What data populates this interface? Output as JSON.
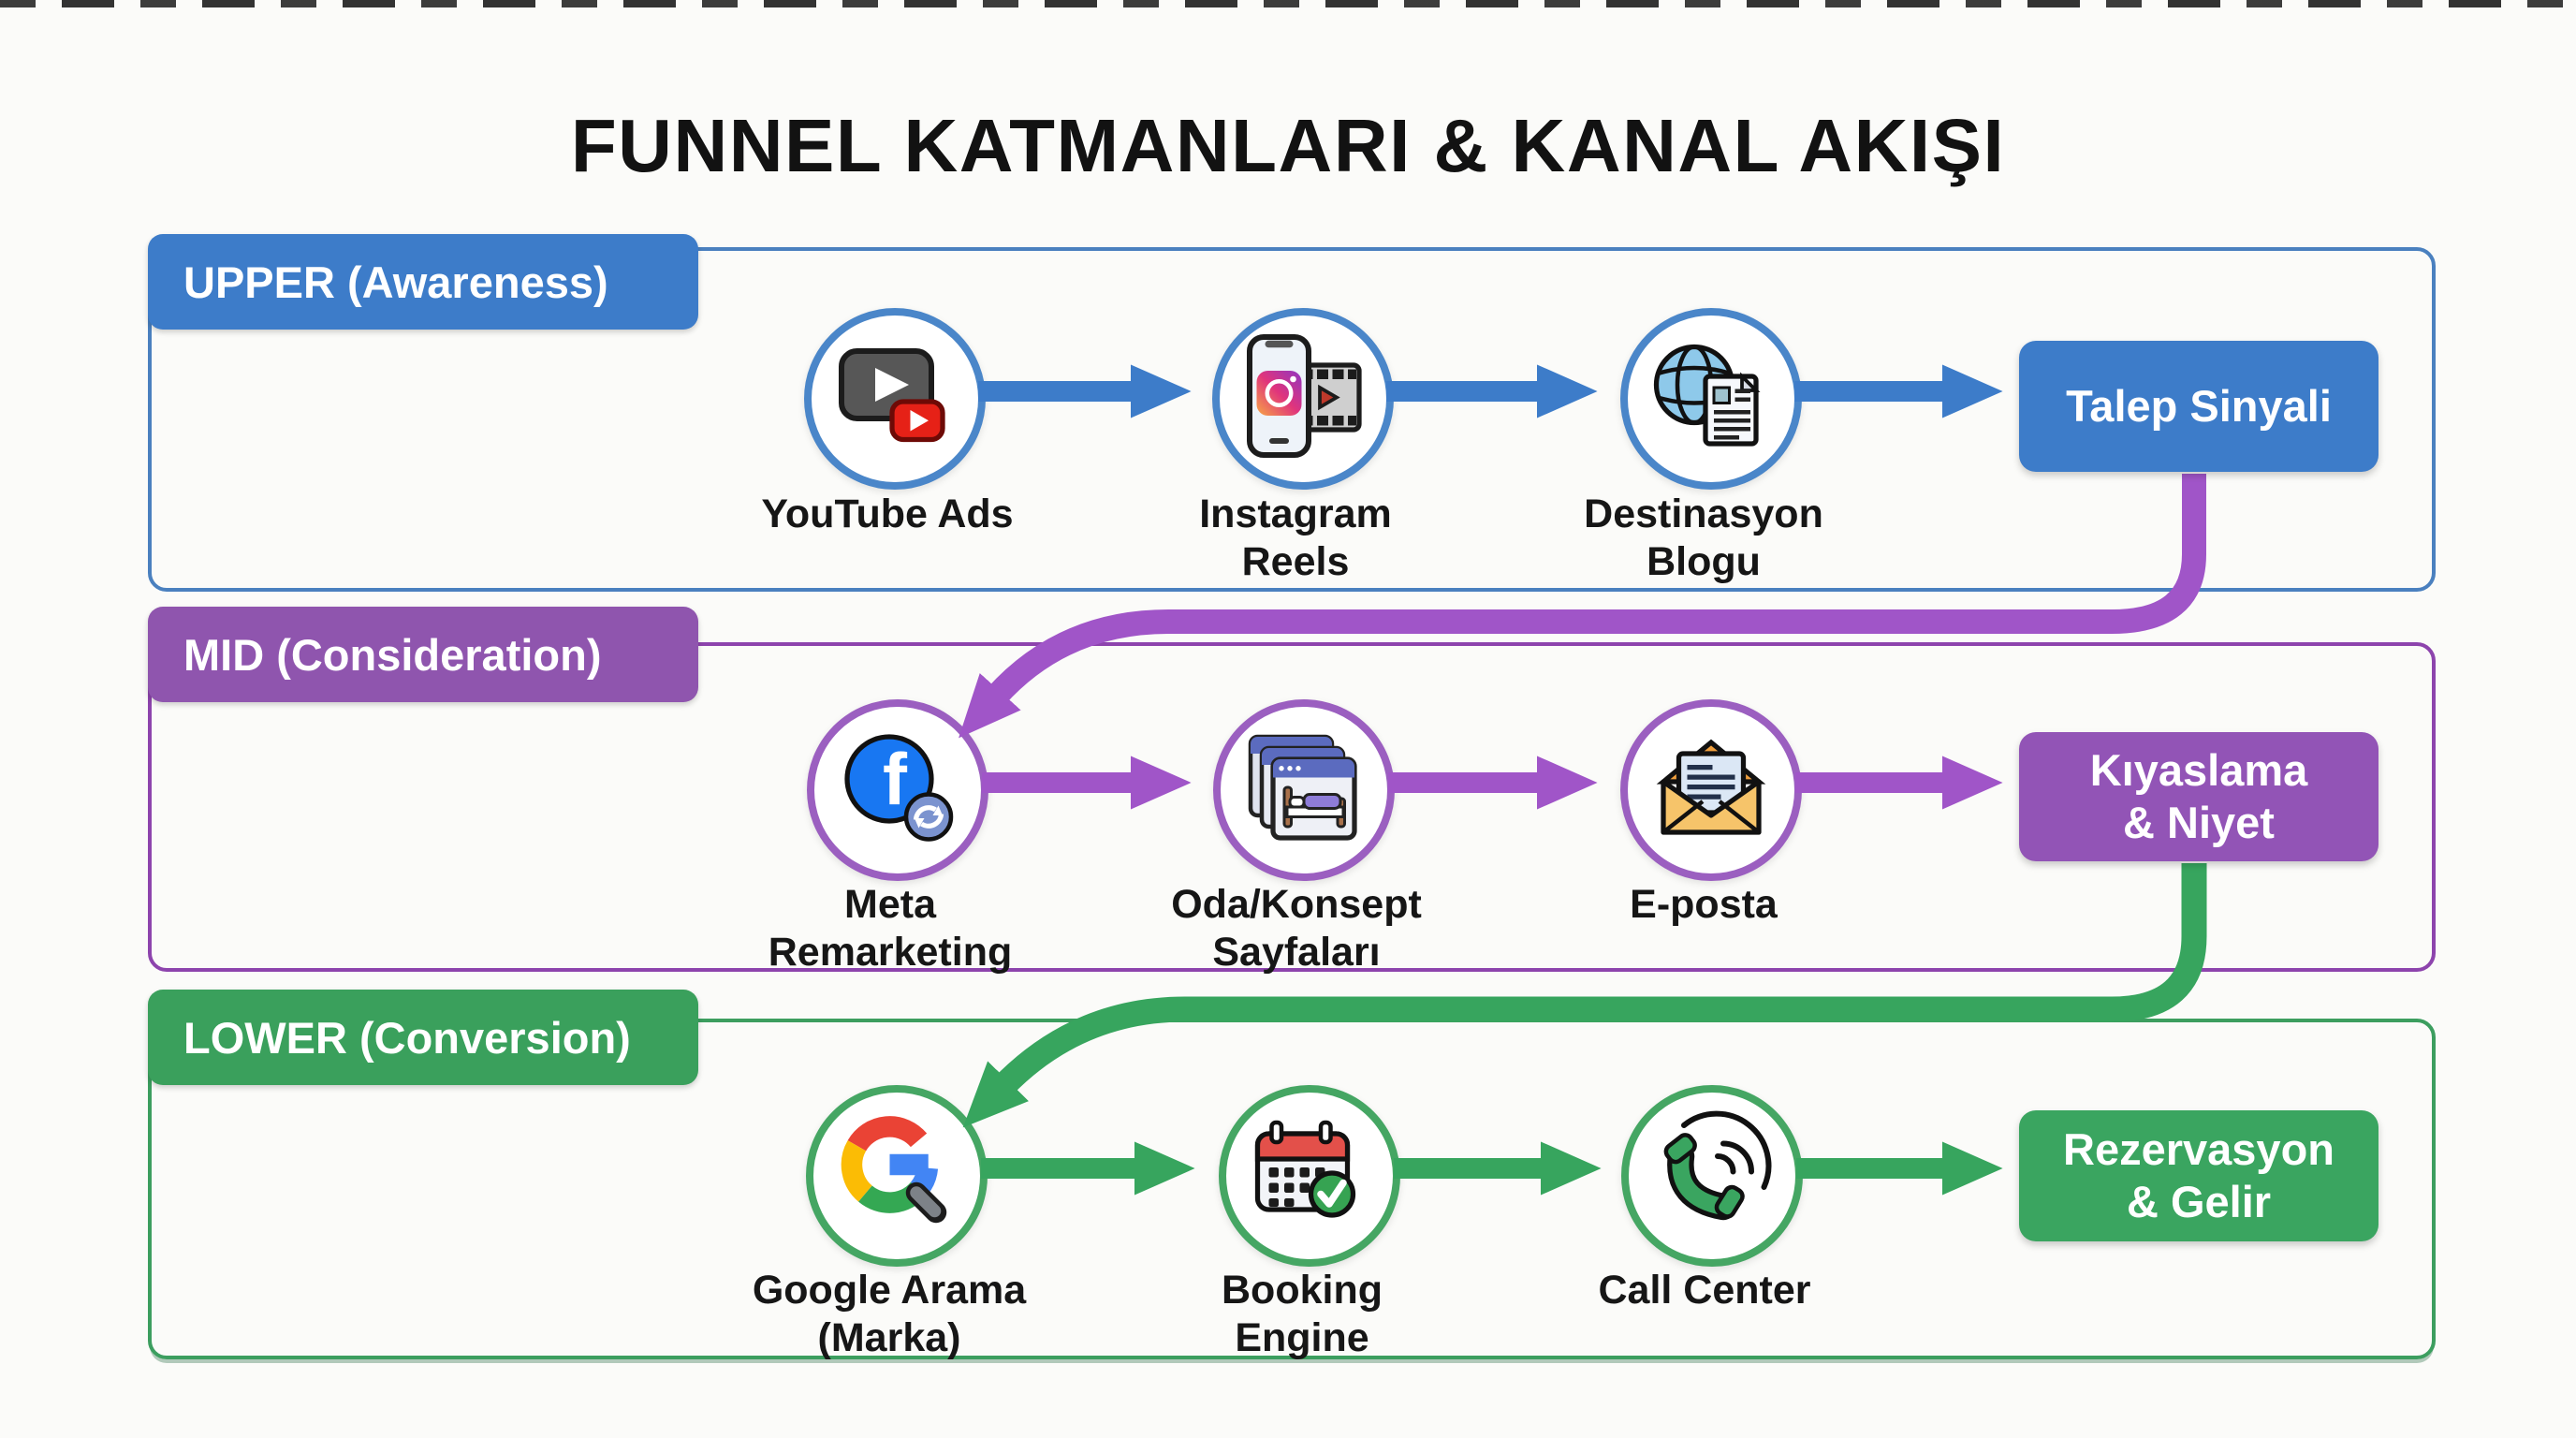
{
  "page": {
    "title": "FUNNEL KATMANLARI & KANAL AKIŞI"
  },
  "colors": {
    "blue": "#3d7cc9",
    "purple": "#9254b6",
    "green": "#3aa560",
    "arrow_blue": "#3d7cc9",
    "arrow_purple": "#a055c8",
    "arrow_green": "#37a55e",
    "border_blue": "#4a80bf",
    "border_purple": "#8d44ad",
    "border_green": "#3c9e5f",
    "background": "#fbfbf9",
    "title_text": "#121212"
  },
  "sections": [
    {
      "id": "upper",
      "label": "UPPER (Awareness)",
      "nodes": [
        {
          "label": "YouTube Ads",
          "icon": "youtube-ads-icon"
        },
        {
          "label": "Instagram\nReels",
          "icon": "instagram-reels-icon"
        },
        {
          "label": "Destinasyon\nBlogu",
          "icon": "destination-blog-icon"
        }
      ],
      "outcome": {
        "label": "Talep Sinyali"
      }
    },
    {
      "id": "mid",
      "label": "MID (Consideration)",
      "nodes": [
        {
          "label": "Meta\nRemarketing",
          "icon": "meta-remarketing-icon"
        },
        {
          "label": "Oda/Konsept\nSayfaları",
          "icon": "room-concept-pages-icon"
        },
        {
          "label": "E-posta",
          "icon": "email-icon"
        }
      ],
      "outcome": {
        "label": "Kıyaslama\n& Niyet"
      }
    },
    {
      "id": "lower",
      "label": "LOWER (Conversion)",
      "nodes": [
        {
          "label": "Google Arama\n(Marka)",
          "icon": "google-search-icon"
        },
        {
          "label": "Booking\nEngine",
          "icon": "booking-engine-icon"
        },
        {
          "label": "Call Center",
          "icon": "call-center-icon"
        }
      ],
      "outcome": {
        "label": "Rezervasyon\n& Gelir"
      }
    }
  ]
}
